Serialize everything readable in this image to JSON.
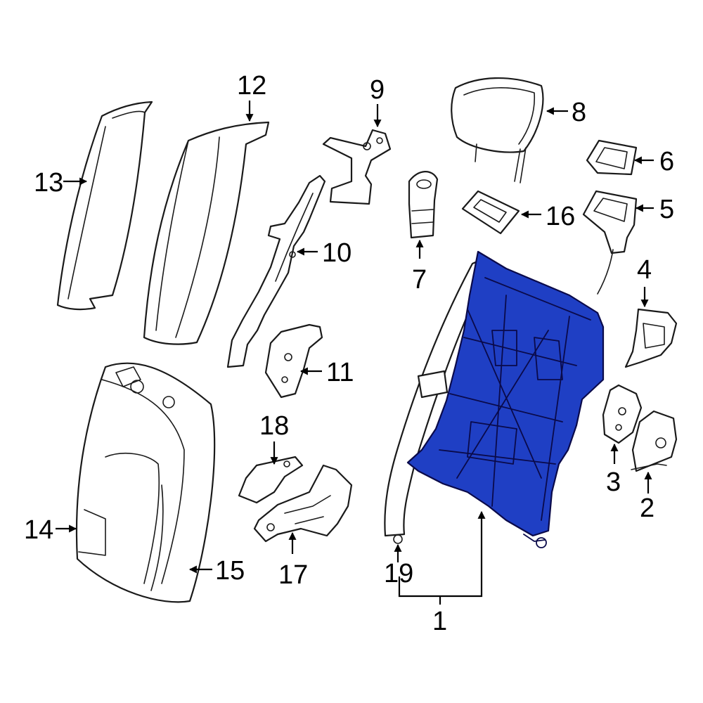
{
  "accent_color": "#1f3fc4",
  "arrowheads": "black",
  "callouts": {
    "c1": "1",
    "c2": "2",
    "c3": "3",
    "c4": "4",
    "c5": "5",
    "c6": "6",
    "c7": "7",
    "c8": "8",
    "c9": "9",
    "c10": "10",
    "c11": "11",
    "c12": "12",
    "c13": "13",
    "c14": "14",
    "c15": "15",
    "c16": "16",
    "c17": "17",
    "c18": "18",
    "c19": "19"
  }
}
